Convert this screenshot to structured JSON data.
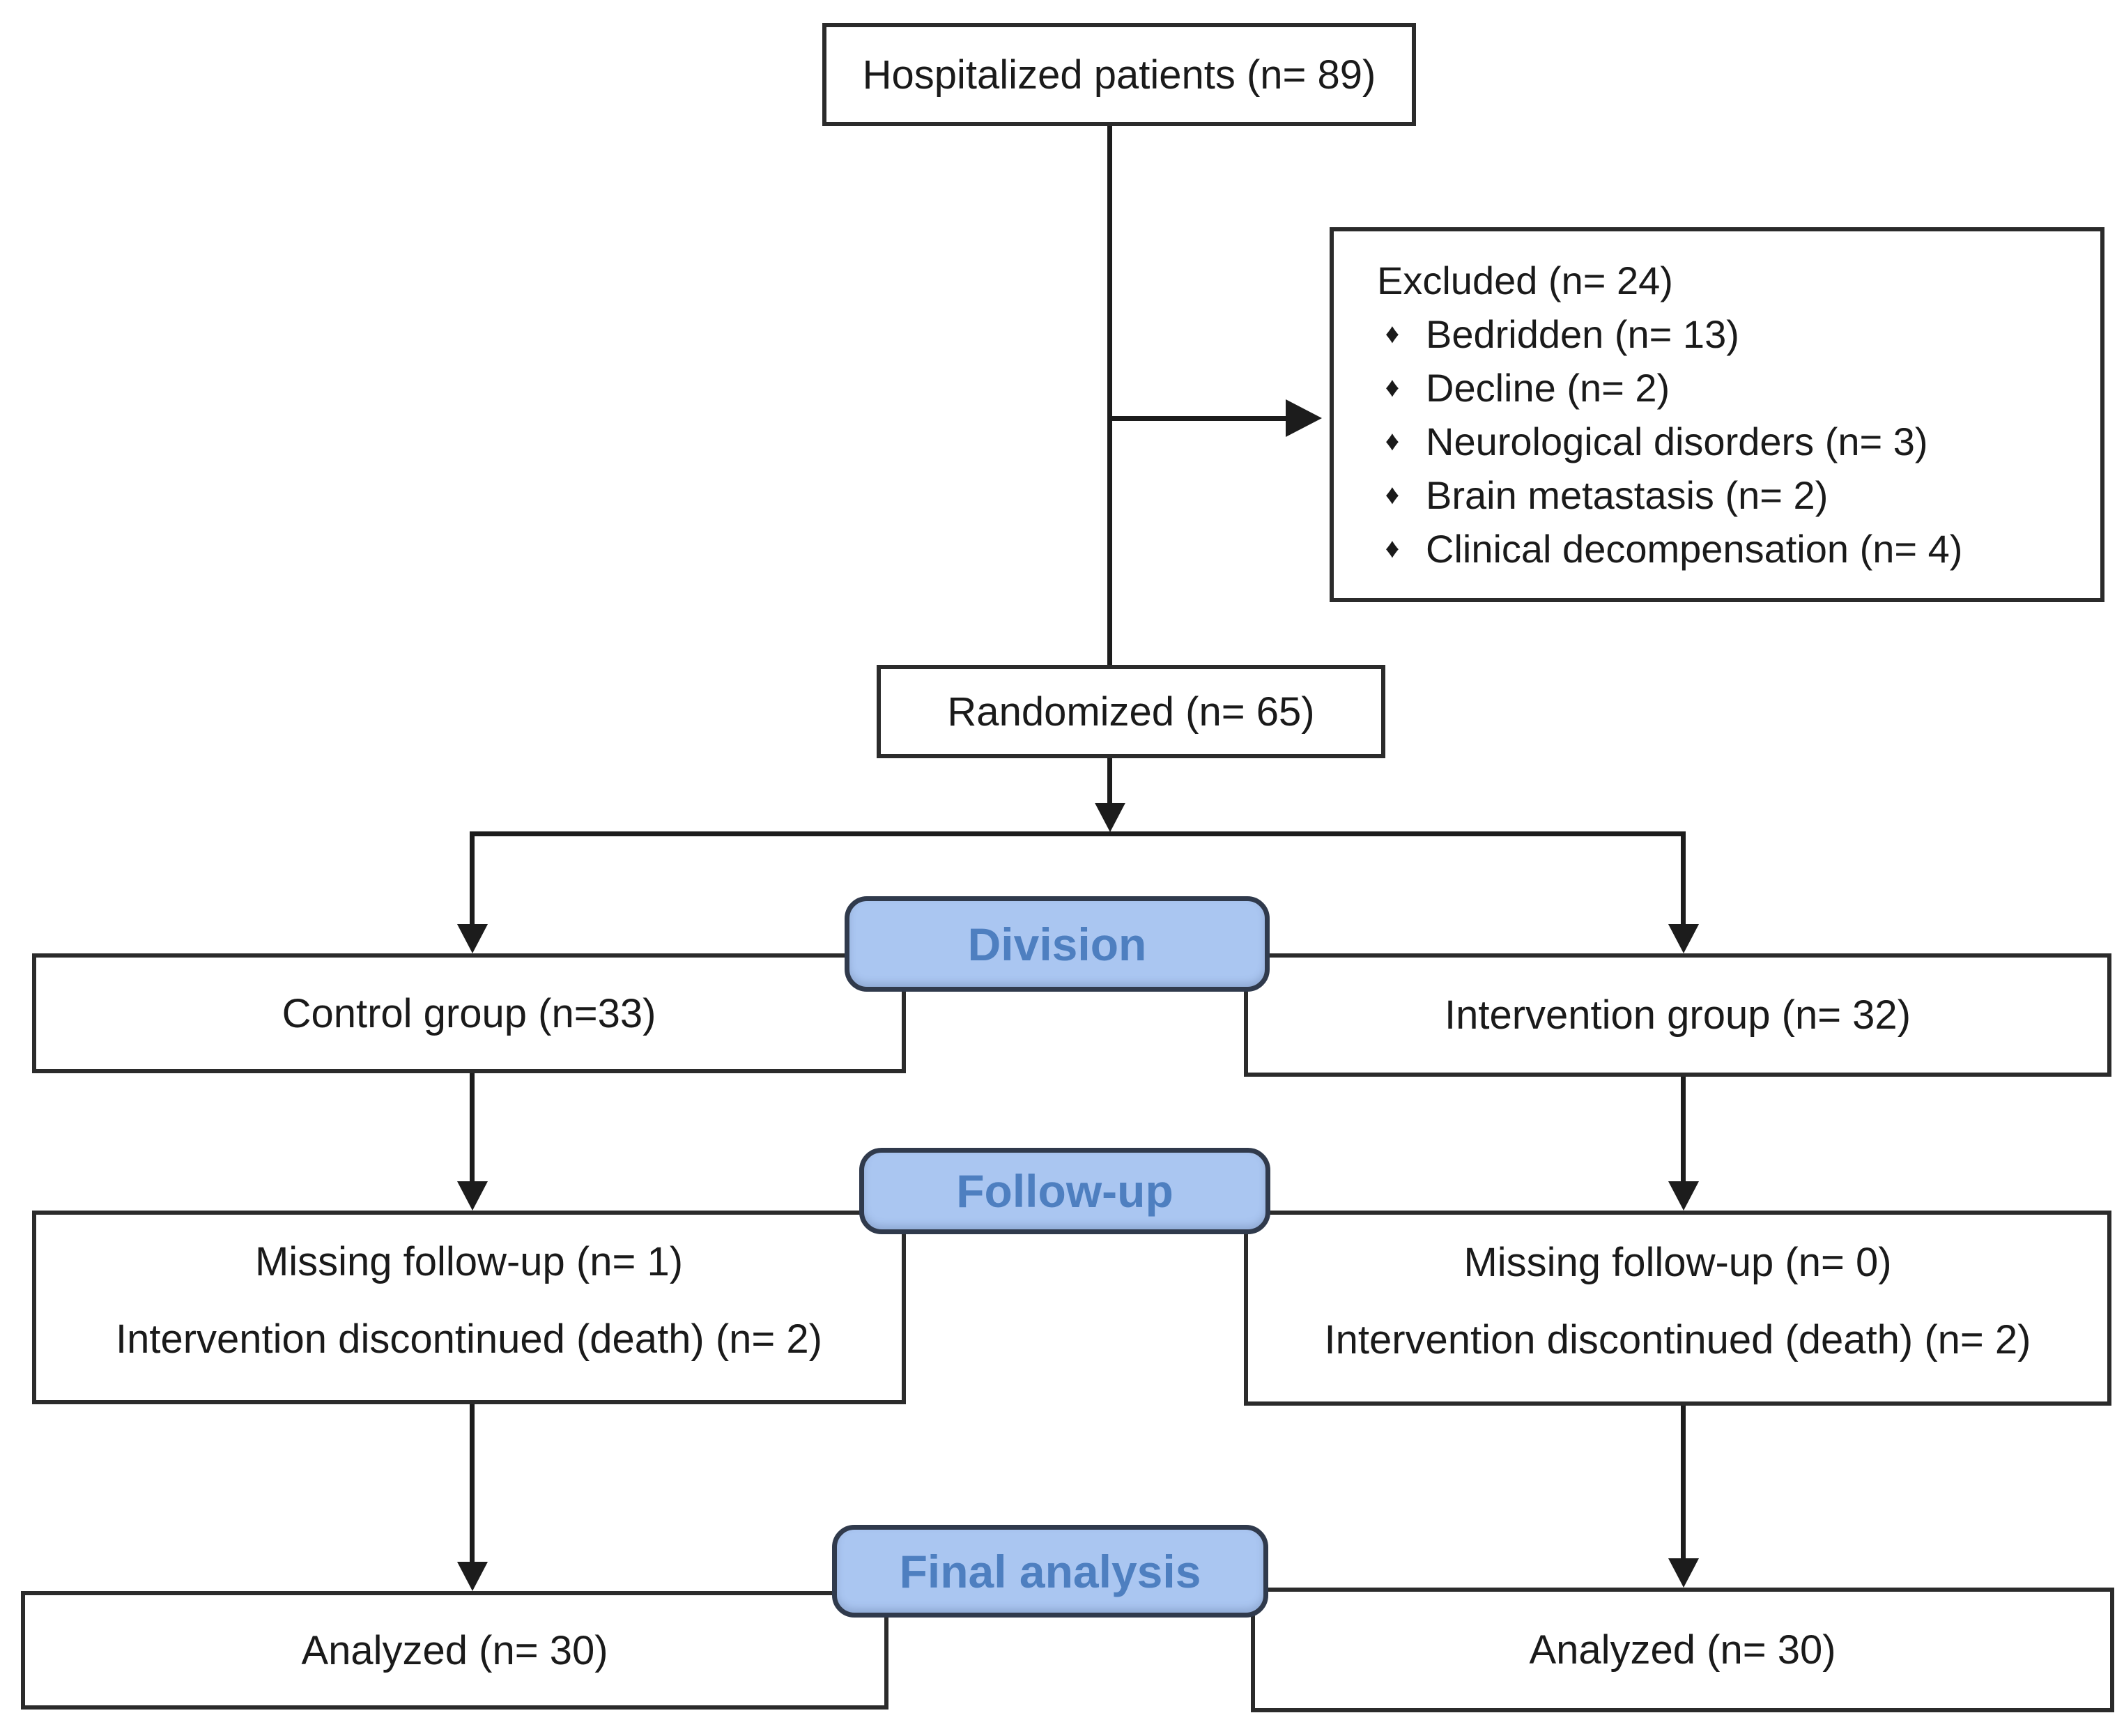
{
  "diagram": {
    "background": "#ffffff",
    "colors": {
      "box_border": "#2b2b2b",
      "connector": "#1c1c1c",
      "text": "#1a1a1a",
      "stage_fill": "#aac6f1",
      "stage_border": "#303a4c",
      "stage_text": "#4e7fc0"
    },
    "boxes": {
      "hospitalized": {
        "label": "Hospitalized patients (n= 89)"
      },
      "excluded": {
        "title": "Excluded (n= 24)",
        "bullet": "♦",
        "items": [
          "Bedridden (n= 13)",
          "Decline (n= 2)",
          "Neurological disorders (n= 3)",
          "Brain metastasis (n= 2)",
          "Clinical decompensation (n= 4)"
        ]
      },
      "randomized": {
        "label": "Randomized (n= 65)"
      },
      "control_group": {
        "label": "Control group (n=33)"
      },
      "intervention_group": {
        "label": "Intervention group (n= 32)"
      },
      "control_followup": {
        "line1": "Missing follow-up (n= 1)",
        "line2": "Intervention discontinued (death) (n= 2)"
      },
      "intervention_followup": {
        "line1": "Missing follow-up (n= 0)",
        "line2": "Intervention discontinued (death) (n= 2)"
      },
      "control_analyzed": {
        "label": "Analyzed (n= 30)"
      },
      "intervention_analyzed": {
        "label": "Analyzed (n= 30)"
      }
    },
    "stages": {
      "division": "Division",
      "followup": "Follow-up",
      "final_analysis": "Final analysis"
    }
  }
}
